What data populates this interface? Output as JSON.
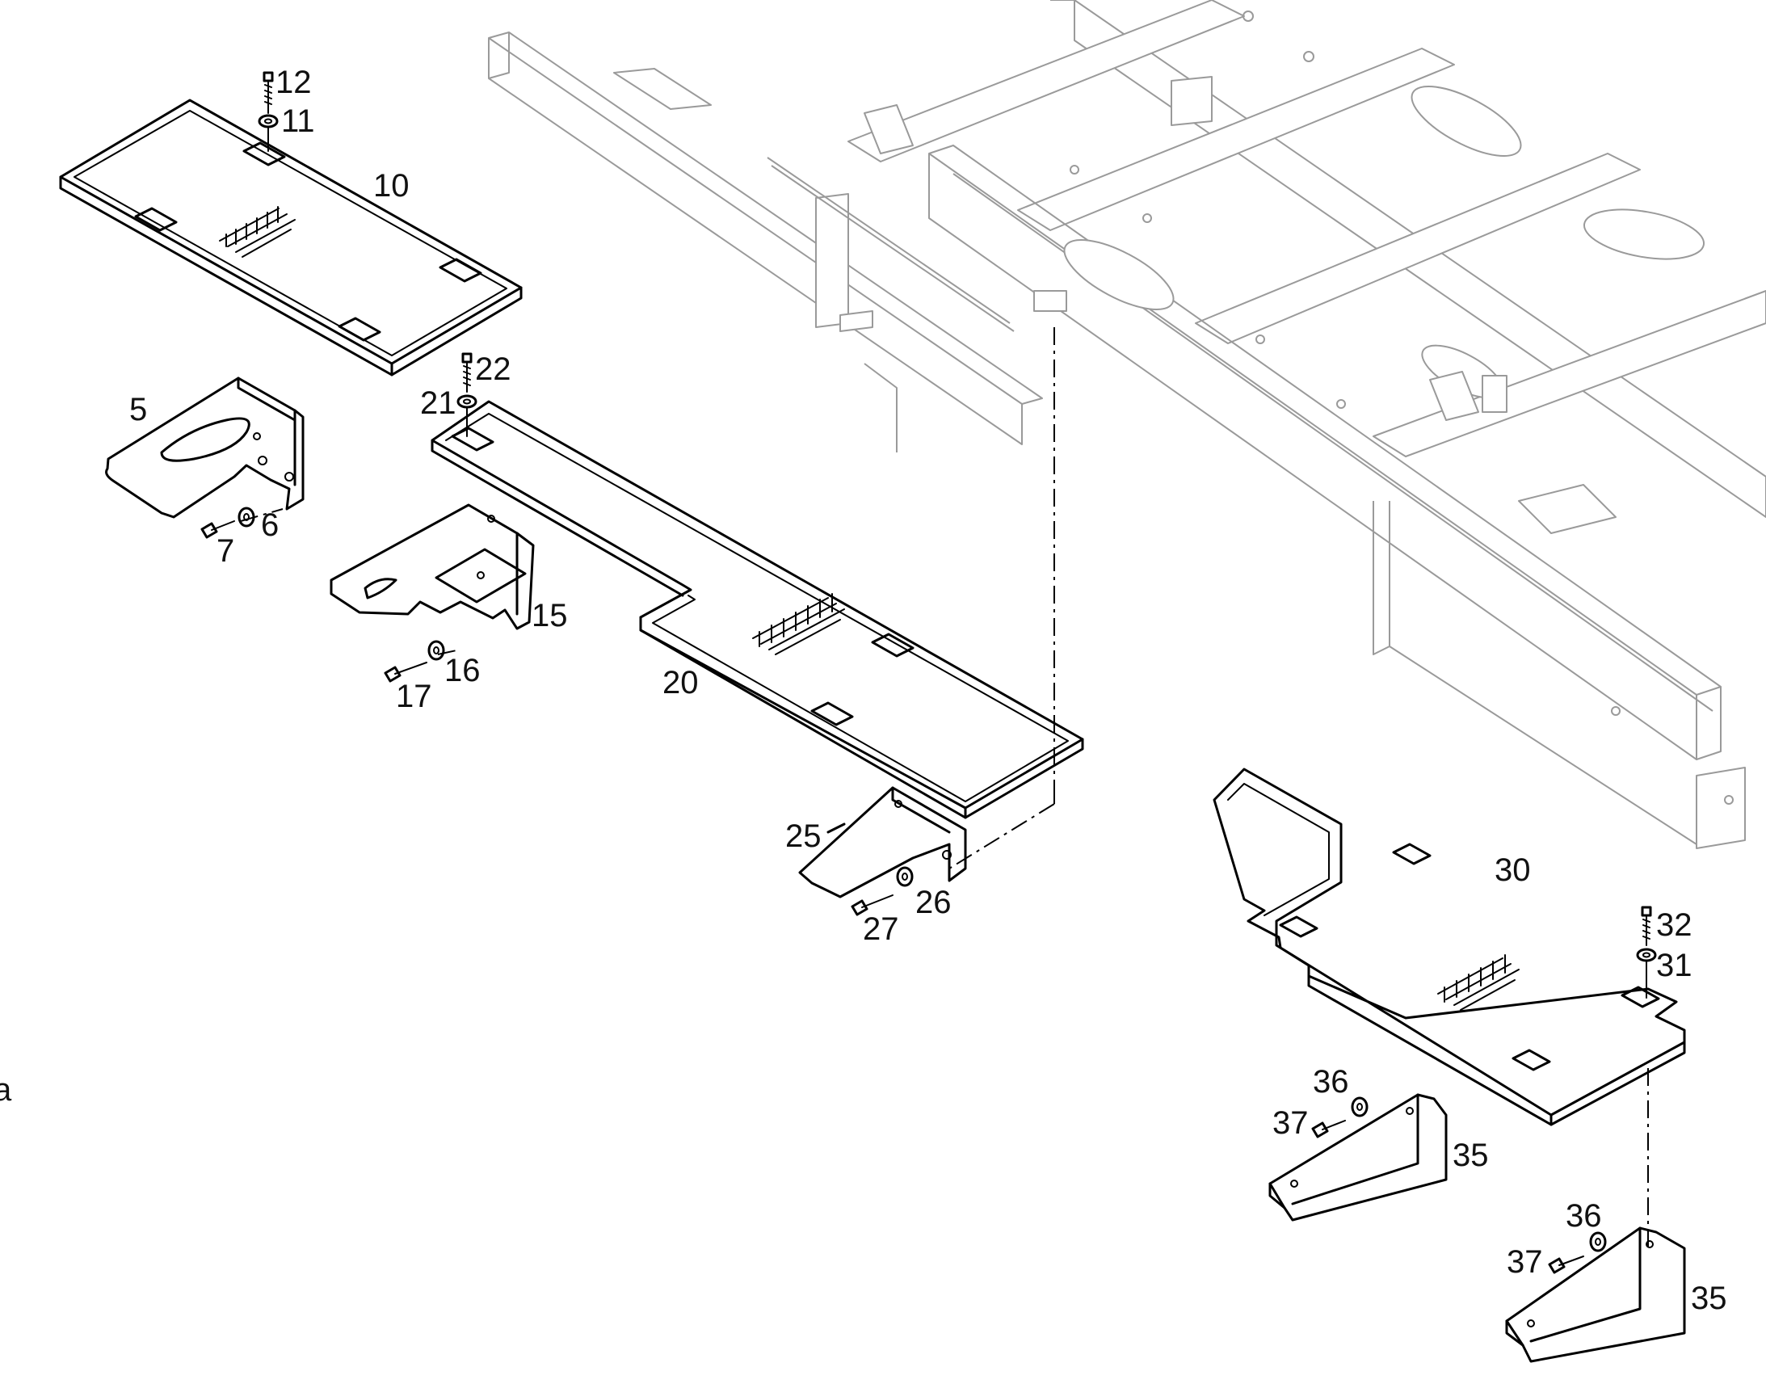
{
  "diagram": {
    "parts": {
      "p5": "5",
      "p6": "6",
      "p7": "7",
      "p10": "10",
      "p11": "11",
      "p12": "12",
      "p15": "15",
      "p16": "16",
      "p17": "17",
      "p20": "20",
      "p21": "21",
      "p22": "22",
      "p25": "25",
      "p26": "26",
      "p27": "27",
      "p30": "30",
      "p31": "31",
      "p32": "32",
      "p35a": "35",
      "p35b": "35",
      "p36a": "36",
      "p36b": "36",
      "p37a": "37",
      "p37b": "37"
    },
    "edge_mark": "a"
  }
}
